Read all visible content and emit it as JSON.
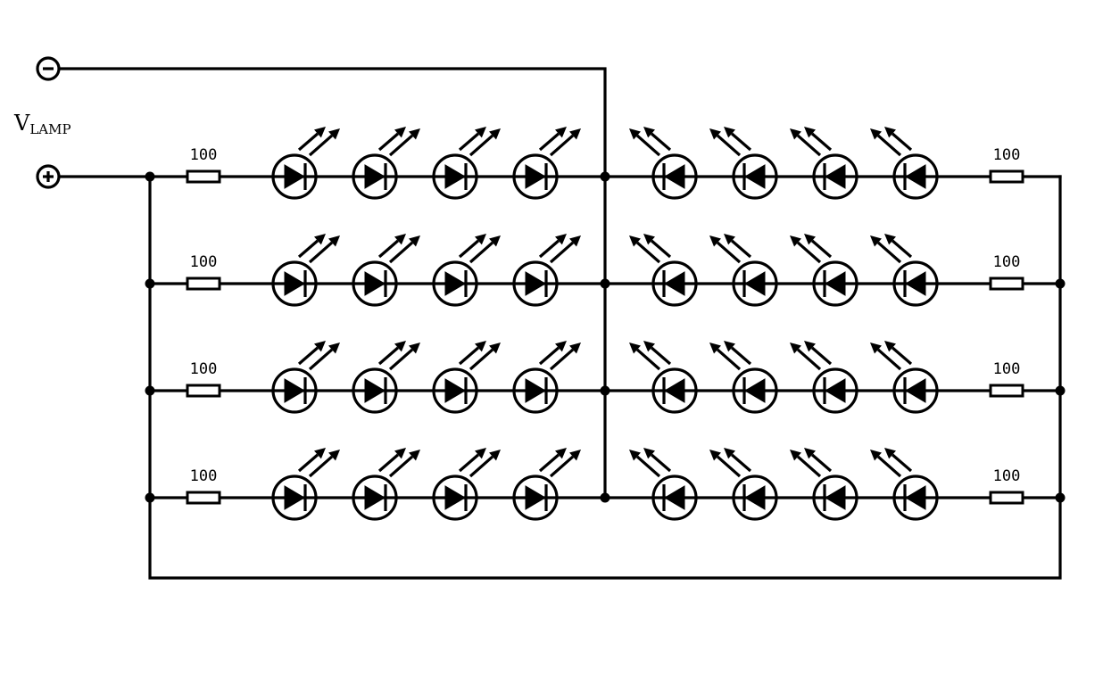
{
  "diagram": {
    "supply_label_main": "V",
    "supply_label_sub": "LAMP",
    "negative_terminal_symbol": "minus-terminal",
    "positive_terminal_symbol": "plus-terminal",
    "rows": [
      {
        "left_resistor": "100",
        "right_resistor": "100",
        "left_leds": 4,
        "right_leds": 4
      },
      {
        "left_resistor": "100",
        "right_resistor": "100",
        "left_leds": 4,
        "right_leds": 4
      },
      {
        "left_resistor": "100",
        "right_resistor": "100",
        "left_leds": 4,
        "right_leds": 4
      },
      {
        "left_resistor": "100",
        "right_resistor": "100",
        "left_leds": 4,
        "right_leds": 4
      }
    ]
  }
}
